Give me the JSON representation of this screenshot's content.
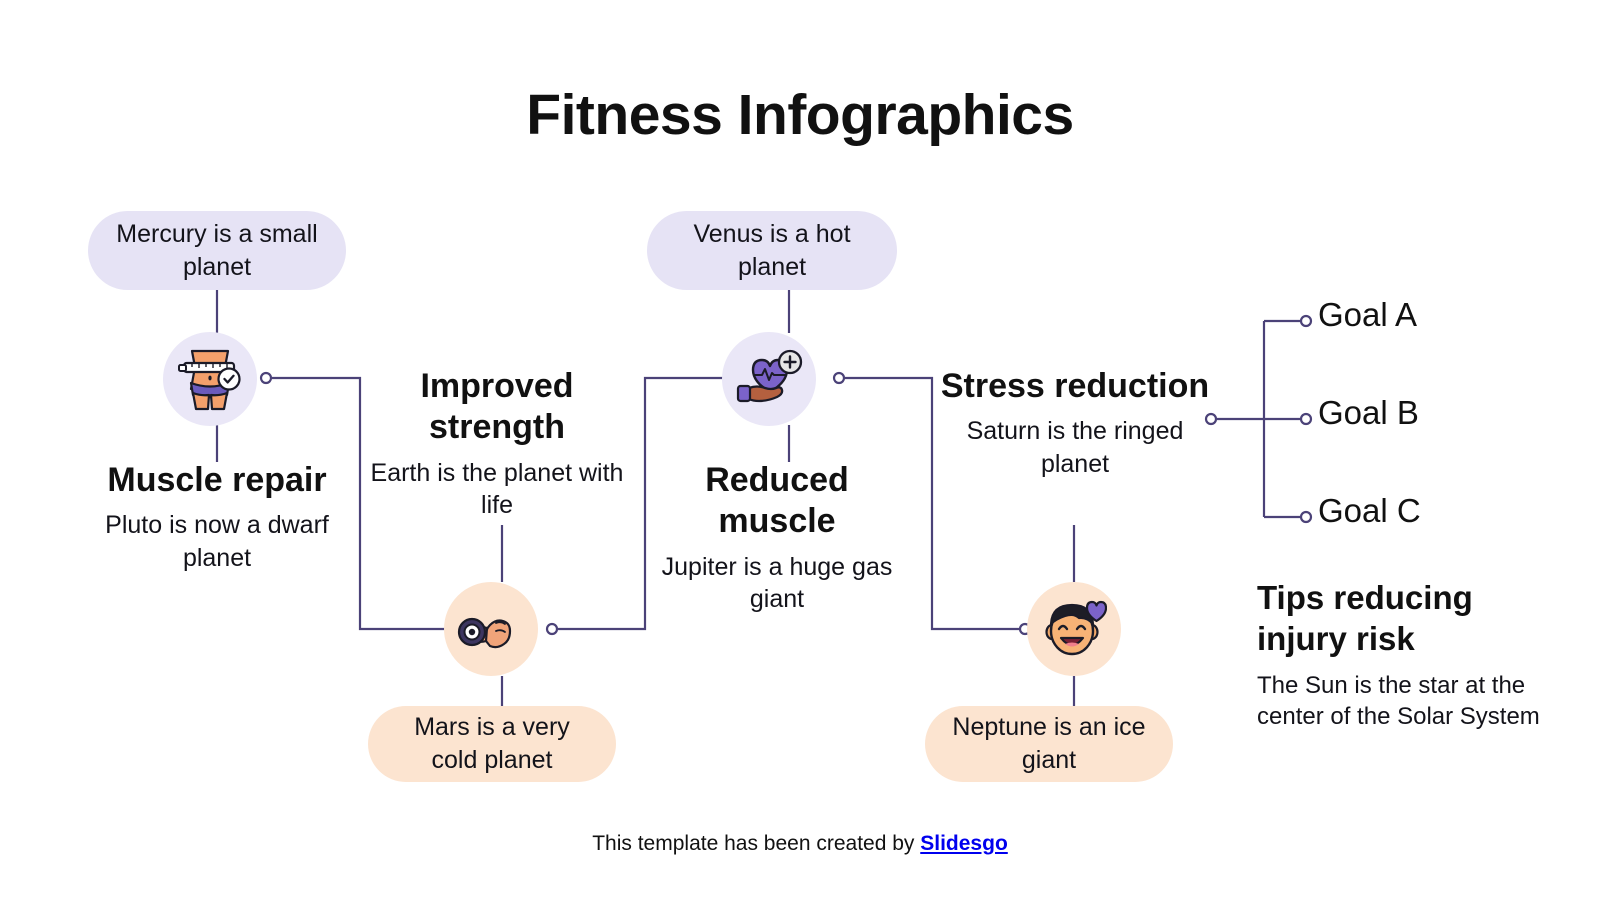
{
  "title": "Fitness Infographics",
  "colors": {
    "lavender_pill": "#e6e3f5",
    "lavender_circle": "#eae7f7",
    "peach_pill": "#fce4d0",
    "peach_circle": "#fce4d0",
    "connector_line": "#4b4278",
    "text": "#111111",
    "accent_purple": "#7b63c9",
    "skin": "#f0a06a"
  },
  "nodes": [
    {
      "id": "muscle-repair",
      "pill": "Mercury is a small planet",
      "icon": "waist-measure-icon",
      "title": "Muscle repair",
      "desc": "Pluto is now a dwarf planet"
    },
    {
      "id": "improved-strength",
      "pill": "Mars is a very cold planet",
      "icon": "bicep-dumbbell-icon",
      "title": "Improved strength",
      "desc": "Earth is the planet with life"
    },
    {
      "id": "reduced-muscle",
      "pill": "Venus is a hot planet",
      "icon": "hand-heart-plus-icon",
      "title": "Reduced muscle",
      "desc": "Jupiter is a huge gas giant"
    },
    {
      "id": "stress-reduction",
      "pill": "Neptune is an ice giant",
      "icon": "happy-face-heart-icon",
      "title": "Stress reduction",
      "desc": "Saturn is the ringed planet"
    }
  ],
  "goals": [
    {
      "label": "Goal A"
    },
    {
      "label": "Goal B"
    },
    {
      "label": "Goal C"
    }
  ],
  "tips": {
    "title": "Tips reducing injury risk",
    "body": "The Sun is the star at the center of the Solar System"
  },
  "footer": {
    "text": "This template has been created by ",
    "brand": "Slidesgo"
  }
}
